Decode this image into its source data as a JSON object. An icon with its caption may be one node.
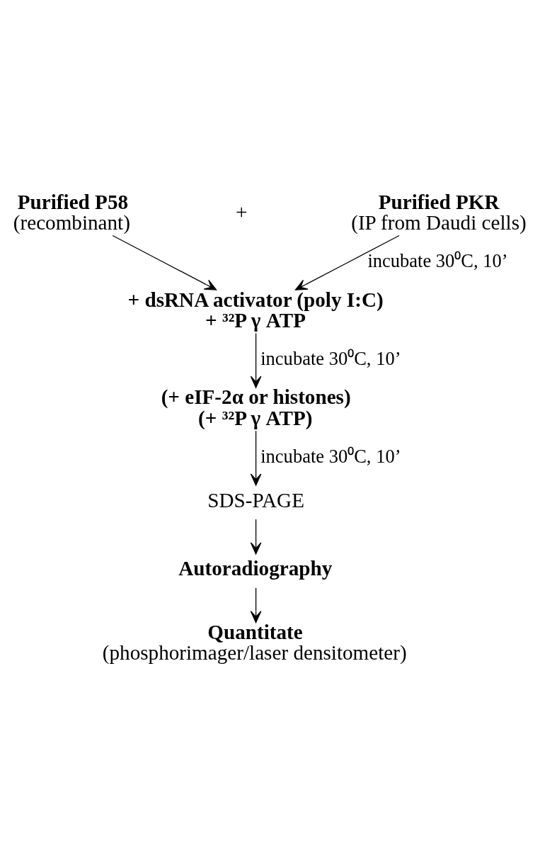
{
  "diagram": {
    "nodes": [
      {
        "text": [
          "Purified P58",
          "(recombinant)"
        ]
      },
      {
        "text": [
          "Purified PKR",
          "(IP from Daudi cells)"
        ]
      },
      {
        "text": [
          "+ dsRNA activator (poly I:C)",
          "+ ³²P γ ATP"
        ]
      },
      {
        "text": [
          "(+ eIF-2α or histones)",
          "(+ ³²P γ ATP)"
        ]
      },
      {
        "text": [
          "SDS-PAGE"
        ]
      },
      {
        "text": [
          "Autoradiography"
        ]
      },
      {
        "text": [
          "Quantitate",
          "(phosphorimager/laser densitometer)"
        ]
      }
    ],
    "edges": [
      {
        "from": 0,
        "to": 2,
        "arrow": "to"
      },
      {
        "from": 1,
        "to": 2,
        "arrow": "to",
        "label": "incubate 30⁰C, 10’"
      },
      {
        "from": 2,
        "to": 3,
        "arrow": "to",
        "label": "incubate 30⁰C, 10’"
      },
      {
        "from": 3,
        "to": 4,
        "arrow": "to",
        "label": "incubate 30⁰C, 10’"
      },
      {
        "from": 4,
        "to": 5,
        "arrow": "to"
      },
      {
        "from": 5,
        "to": 6,
        "arrow": "to"
      }
    ],
    "labels": [
      "+"
    ]
  }
}
